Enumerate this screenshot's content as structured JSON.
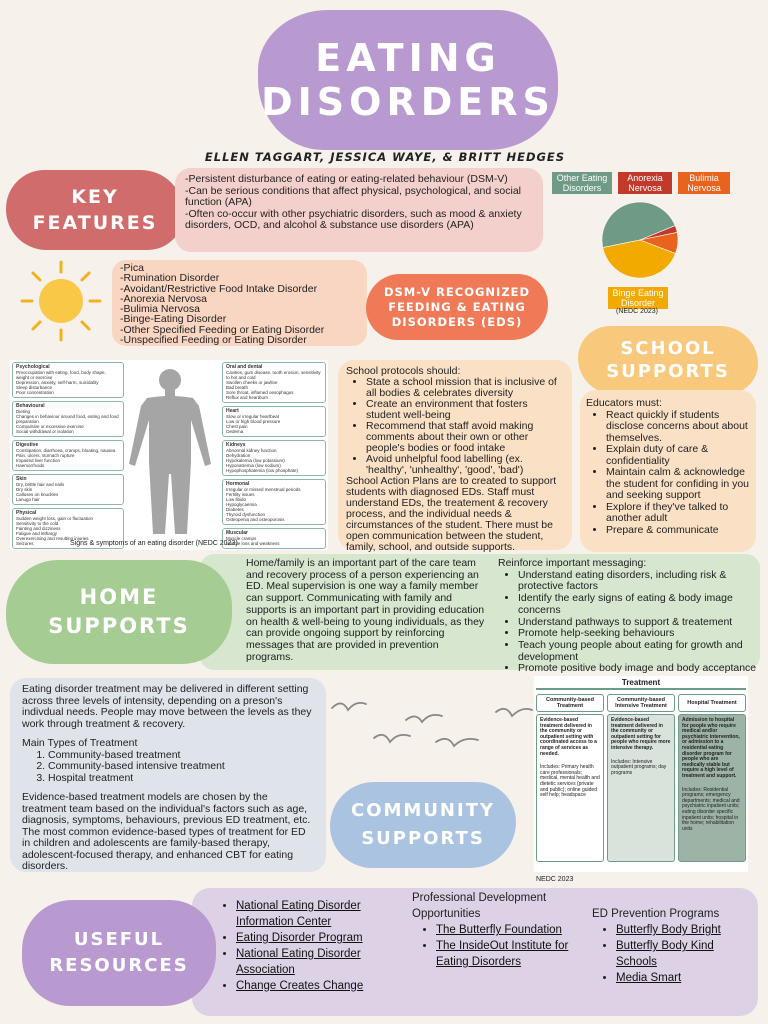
{
  "title": {
    "line1": "EATING",
    "line2": "DISORDERS"
  },
  "authors": "ELLEN TAGGART, JESSICA WAYE, & BRITT HEDGES",
  "key_features": {
    "label_line1": "KEY",
    "label_line2": "FEATURES",
    "text": [
      "-Persistent disturbance of eating or eating-related behaviour (DSM-V)",
      "-Can be serious conditions that affect physical, psychological, and social function (APA)",
      "-Often co-occur with other psychiatric disorders, such as mood & anxiety disorders, OCD, and alcohol & substance use disorders (APA)"
    ]
  },
  "pie": {
    "labels": [
      "Other Eating Disorders",
      "Anorexia Nervosa",
      "Bulimia Nervosa",
      "Binge Eating Disorder"
    ],
    "colors": [
      "#6f9a86",
      "#c0392b",
      "#e8641e",
      "#f2a900"
    ],
    "values": [
      47,
      3,
      9,
      41
    ],
    "source": "(NEDC 2023)"
  },
  "dsm": {
    "label": [
      "DSM-V RECOGNIZED",
      "FEEDING & EATING",
      "DISORDERS (EDS)"
    ],
    "items": [
      "-Pica",
      "-Rumination Disorder",
      "-Avoidant/Restrictive Food Intake Disorder",
      "-Anorexia Nervosa",
      "-Bulimia Nervosa",
      "-Binge-Eating Disorder",
      "-Other Specified Feeding or Eating Disorder",
      "-Unspecified Feeding or Eating Disorder"
    ]
  },
  "school": {
    "label_line1": "SCHOOL",
    "label_line2": "SUPPORTS",
    "protocols_intro": "School protocols should:",
    "protocols": [
      "State a school mission that is inclusive of all bodies & celebrates diversity",
      "Create an environment that fosters student well-being",
      "Recommend that staff avoid making comments about their own or other people's bodies or food intake",
      "Avoid unhelpful food labelling (ex. 'healthy', 'unhealthy', 'good', 'bad')"
    ],
    "action_plans": "School Action Plans are to created to support students with diagnosed EDs. Staff must understand EDs, the treatement & recovery process, and the individual needs & circumstances of the student. There must be open communication between the student, family, school, and outside supports.",
    "educators_intro": "Educators must:",
    "educators": [
      "React quickly if students disclose concerns about about themselves.",
      "Explain duty of care & confidentiality",
      "Maintain calm & acknowledge the student for confiding in you and seeking support",
      "Explore if they've talked to another adult",
      "Prepare & communicate"
    ]
  },
  "symptoms": {
    "caption": "Signs & symptoms of an eating disorder (NEDC 2023)",
    "left": [
      {
        "head": "Psychological",
        "items": [
          "Preoccupation with eating, food, body shape, weight or exercise",
          "Depression, anxiety, self-harm, suicidality",
          "Sleep disturbance",
          "Poor concentration"
        ]
      },
      {
        "head": "Behavioural",
        "items": [
          "Dieting",
          "Changes in behaviour around food, eating and food preparation",
          "Compulsive or excessive exercise",
          "Social withdrawal or isolation"
        ]
      },
      {
        "head": "Digestive",
        "items": [
          "Constipation, diarrhoea, cramps, bloating, nausea",
          "Pain, ulcers, stomach rupture",
          "Impaired liver function",
          "Haemorrhoids"
        ]
      },
      {
        "head": "Skin",
        "items": [
          "Dry, brittle hair and nails",
          "Dry skin",
          "Calluses on knuckles",
          "Lanugo hair"
        ]
      },
      {
        "head": "Physical",
        "items": [
          "Sudden weight loss, gain or fluctuation",
          "Sensitivity to the cold",
          "Fainting and dizziness",
          "Fatigue and lethargy",
          "Overexercising and resulting injuries",
          "Seizures"
        ]
      }
    ],
    "right": [
      {
        "head": "Oral and dental",
        "items": [
          "Cavities, gum disease, tooth erosion, sensitivity to hot and cold",
          "Swollen cheeks or jawline",
          "Bad breath",
          "Sore throat, inflamed oesophagus",
          "Reflux and heartburn"
        ]
      },
      {
        "head": "Heart",
        "items": [
          "Slow or irregular heartbeat",
          "Low or high blood pressure",
          "Chest pain",
          "Oedema"
        ]
      },
      {
        "head": "Kidneys",
        "items": [
          "Abnormal kidney function",
          "Dehydration",
          "Hypokalemia (low potassium)",
          "Hyponatremia (low sodium)",
          "Hypophosphatemia (low phosphate)"
        ]
      },
      {
        "head": "Hormonal",
        "items": [
          "Irregular or missed menstrual periods",
          "Fertility issues",
          "Low libido",
          "Hypoglycaemia",
          "Diabetes",
          "Thyroid dysfunction",
          "Osteopenia and osteoporosis"
        ]
      },
      {
        "head": "Muscular",
        "items": [
          "Muscle cramps",
          "Muscle loss and weakness"
        ]
      }
    ]
  },
  "home": {
    "label_line1": "HOME",
    "label_line2": "SUPPORTS",
    "text": "Home/family is an important part of the care team and recovery process of a person experiencing an ED. Meal supervision is one way a family member can support. Communicating with family and supports is an important part in providing education on health & well-being to young individuals, as they can provide ongoing support by reinforcing messages that are provided in prevention programs.",
    "reinforce_intro": "Reinforce important messaging:",
    "reinforce": [
      "Understand eating disorders, including risk & protective factors",
      "Identify the early signs of eating & body image concerns",
      "Understand pathways to support & treatement",
      "Promote help-seeking behaviours",
      "Teach young people about eating for growth and development",
      "Promote positive body image and body acceptance"
    ]
  },
  "community": {
    "label_line1": "COMMUNITY",
    "label_line2": "SUPPORTS",
    "intro": "Eating disorder treatment may be delivered in different setting across three levels of intensity, depending on a preson's indivdual needs. People may move between the levels as they work through treatment & recovery.",
    "types_head": "Main Types of Treatment",
    "types": [
      "Community-based treatment",
      "Community-based intensive treatment",
      "Hospital treatment"
    ],
    "evidence": "Evidence-based treatment models are chosen by the treatment team based on the individual's factors such as age, diagnosis, symptoms, behaviours, previous ED treatment, etc. The most common evidence-based types of treatment for ED in children and adolescents are family-based therapy, adolescent-focused therapy, and enhanced CBT for eating disorders."
  },
  "treatment": {
    "title": "Treatment",
    "source": "NEDC 2023",
    "columns": [
      {
        "head": "Community-based Treatment",
        "desc": "Evidence-based treatment delivered in the community or outpatient setting with coordinated access to a range of services as needed.",
        "includes": "Includes: Primary health care professionals; medical, mental health and dietetic services (private and public); online guided self help; headspace"
      },
      {
        "head": "Community-based Intensive Treatment",
        "desc": "Evidence-based treatment delivered in the community or outpatient setting for people who require more intensive therapy.",
        "includes": "Includes: Intensive outpatient programs; day programs"
      },
      {
        "head": "Hospital Treatment",
        "desc": "Admission to hospital for people who require medical and/or psychiatric intervention, or admission to a residential eating disorder program for people who are medically stable but require a high level of treatment and support.",
        "includes": "Includes: Residential programs; emergency departments; medical and psychiatric inpatient units; eating disorder specific inpatient units; hospital in the home; rehabilitation units"
      }
    ]
  },
  "resources": {
    "label_line1": "USEFUL",
    "label_line2": "RESOURCES",
    "links": [
      "National Eating Disorder Information Center",
      "Eating Disorder Program",
      "National Eating Disorder Association",
      "Change Creates Change"
    ],
    "pd_head": "Professional Development Opportunities",
    "pd": [
      "The Butterfly Foundation",
      "The InsideOut Institute for Eating Disorders"
    ],
    "prevention_head": "ED Prevention Programs",
    "prevention": [
      "Butterfly Body Bright",
      "Butterfly Body Kind Schools",
      "Media Smart"
    ]
  }
}
